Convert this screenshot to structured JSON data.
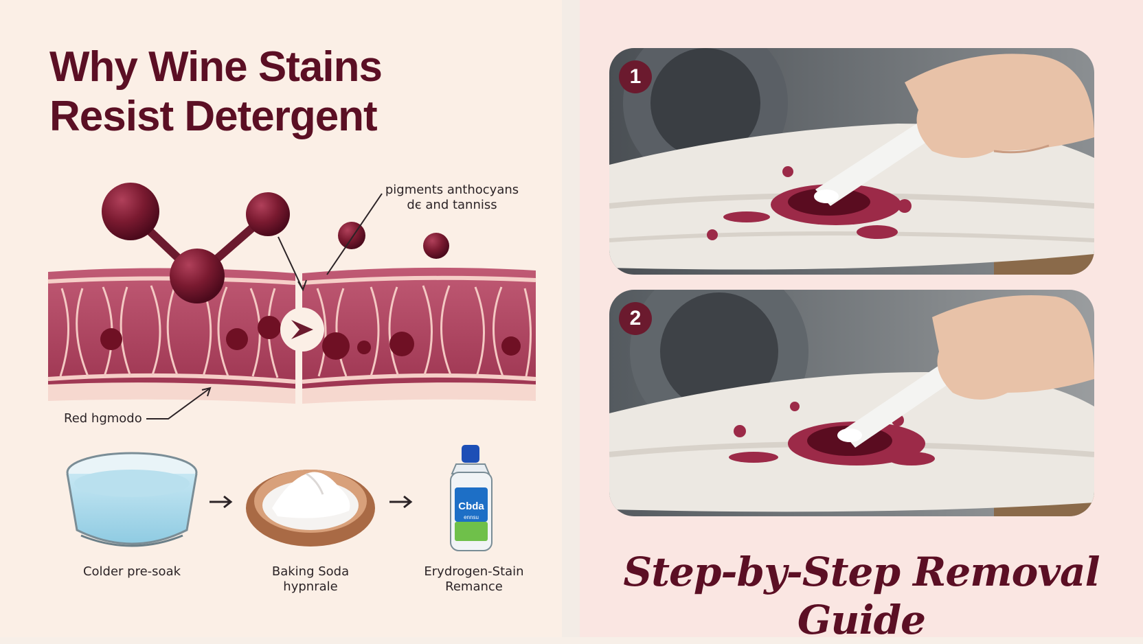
{
  "left_panel": {
    "title_line1": "Why Wine Stains",
    "title_line2": "Resist Detergent",
    "callout_pigments_line1": "pigments anthocyans",
    "callout_pigments_line2": "dє and tanniss",
    "callout_fiber": "Red hgmodo",
    "steps": [
      {
        "line1": "Colder pre-soak",
        "line2": ""
      },
      {
        "line1": "Baking Soda",
        "line2": "hypnrale"
      },
      {
        "line1": "Erydrogen-Stain",
        "line2": "Remance"
      }
    ],
    "bottle_label": "Cbda",
    "bottle_sublabel": "ennsu"
  },
  "right_panel": {
    "step1_number": "1",
    "step2_number": "2",
    "guide_title": "Step-by-Step Removal Guide"
  },
  "colors": {
    "wine": "#6b1a2e",
    "title": "#5b0f24",
    "fiber": "#b24d67",
    "fiber_light": "#f3c8c2",
    "water": "#a9d8ea"
  }
}
